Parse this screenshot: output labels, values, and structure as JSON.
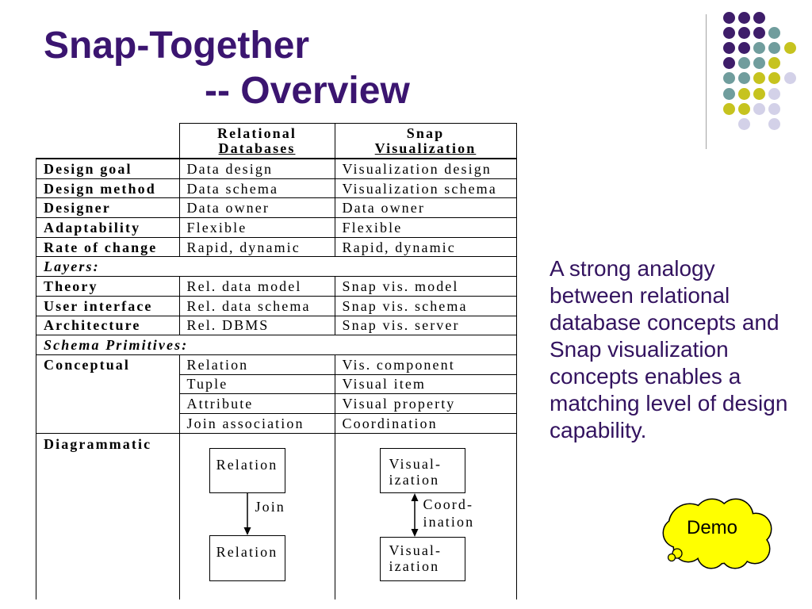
{
  "slide": {
    "title_line1": "Snap-Together",
    "title_line2": "-- Overview",
    "body_text": "A strong analogy between relational database concepts and Snap visualization concepts enables a matching level of design capability.",
    "demo_label": "Demo"
  },
  "colors": {
    "title": "#3b1570",
    "body_text": "#33135f",
    "divider": "#a3a3a3",
    "dot_purple": "#3e1d6a",
    "dot_teal": "#709d9d",
    "dot_yellow": "#c6c31f",
    "dot_lavender": "#d3d1e8",
    "demo_cloud": "#ffff00"
  },
  "table": {
    "header": {
      "relational_line1": "Relational",
      "relational_line2": "Databases",
      "snap_line1": "Snap",
      "snap_line2": "Visualization"
    },
    "design_rows": [
      {
        "label": "Design goal",
        "relational": "Data design",
        "snap": "Visualization design"
      },
      {
        "label": "Design method",
        "relational": "Data schema",
        "snap": "Visualization schema"
      },
      {
        "label": "Designer",
        "relational": "Data owner",
        "snap": "Data owner"
      },
      {
        "label": "Adaptability",
        "relational": "Flexible",
        "snap": "Flexible"
      },
      {
        "label": "Rate of change",
        "relational": "Rapid, dynamic",
        "snap": "Rapid, dynamic"
      }
    ],
    "layers_heading": "Layers:",
    "layer_rows": [
      {
        "label": "Theory",
        "relational": "Rel. data model",
        "snap": "Snap vis. model"
      },
      {
        "label": "User interface",
        "relational": "Rel. data schema",
        "snap": "Snap vis. schema"
      },
      {
        "label": "Architecture",
        "relational": "Rel. DBMS",
        "snap": "Snap vis. server"
      }
    ],
    "schema_heading": "Schema Primitives:",
    "conceptual": {
      "label": "Conceptual",
      "rows": [
        {
          "relational": "Relation",
          "snap": "Vis. component"
        },
        {
          "relational": "Tuple",
          "snap": "Visual item"
        },
        {
          "relational": "Attribute",
          "snap": "Visual property"
        },
        {
          "relational": "Join association",
          "snap": "Coordination"
        }
      ]
    },
    "diagrammatic": {
      "label": "Diagrammatic",
      "relational": {
        "top_box": "Relation",
        "arrow_label": "Join",
        "bottom_box": "Relation"
      },
      "snap": {
        "top_box": "Visual-\nization",
        "arrow_label": "Coord-\nination",
        "bottom_box": "Visual-\nization"
      }
    }
  }
}
